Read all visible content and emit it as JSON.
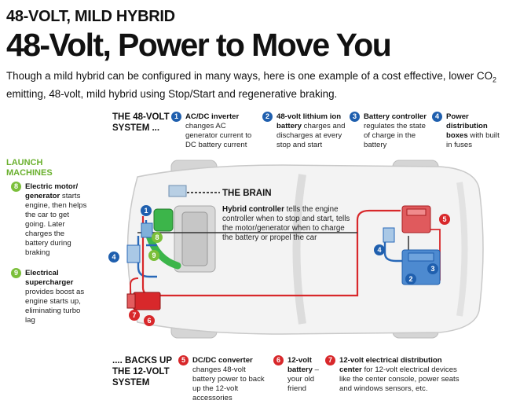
{
  "header": {
    "kicker": "48-VOLT, MILD HYBRID",
    "headline": "48-Volt, Power to Move You",
    "intro_a": "Though a mild hybrid can be configured in many ways, here is one example of a cost effective, lower CO",
    "intro_sub": "2",
    "intro_b": " emitting, 48-volt, mild hybrid using Stop/Start and regenerative braking."
  },
  "system48": {
    "heading_line1": "THE 48-VOLT",
    "heading_line2": "SYSTEM ...",
    "items": [
      {
        "num": "1",
        "bold": "AC/DC inverter",
        "text": "changes AC generator current to DC battery current"
      },
      {
        "num": "2",
        "bold": "48-volt lithium ion battery",
        "text": "charges and discharges at every stop and start"
      },
      {
        "num": "3",
        "bold": "Battery controller",
        "text": "regulates the state of charge in the battery"
      },
      {
        "num": "4",
        "bold": "Power distribution boxes",
        "text": "with built in fuses"
      }
    ]
  },
  "launch": {
    "title_line1": "LAUNCH",
    "title_line2": "MACHINES",
    "items": [
      {
        "num": "8",
        "bold": "Electric motor/ generator",
        "text": "starts engine, then helps the car to get going. Later charges the battery during braking"
      },
      {
        "num": "9",
        "bold": "Electrical supercharger",
        "text": "provides boost as engine starts up, eliminating turbo lag"
      }
    ]
  },
  "brain": {
    "label": "THE BRAIN",
    "bold": "Hybrid controller",
    "text": "tells the engine controller when to stop and start, tells the motor/generator when to charge the battery or propel the car"
  },
  "system12": {
    "heading_line1": ".... BACKS UP",
    "heading_line2": "THE 12-VOLT",
    "heading_line3": "SYSTEM",
    "items": [
      {
        "num": "5",
        "bold": "DC/DC converter",
        "text": "changes 48-volt battery power to back up the 12-volt accessories"
      },
      {
        "num": "6",
        "bold": "12-volt battery",
        "text": "– your old friend"
      },
      {
        "num": "7",
        "bold": "12-volt electrical distribution center",
        "text": "for 12-volt electrical devices like the center console, power seats and windows sensors, etc."
      }
    ]
  },
  "markers": {
    "m1": "1",
    "m2": "2",
    "m3": "3",
    "m4": "4",
    "m5": "5",
    "m6": "6",
    "m7": "7",
    "m8": "8",
    "m9": "9"
  },
  "colors": {
    "blue_marker": "#1f5fae",
    "green_marker": "#7bbf3a",
    "red_marker": "#d8282b",
    "launch_title": "#6ab02e"
  }
}
